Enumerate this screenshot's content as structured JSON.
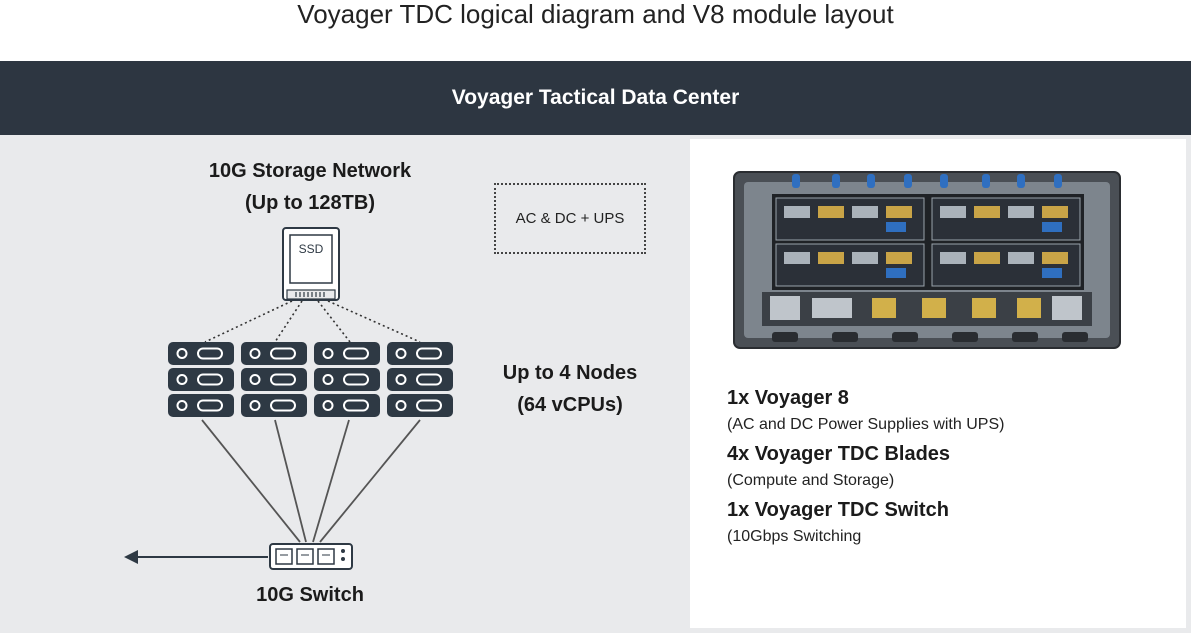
{
  "page_title": "Voyager TDC logical diagram and V8 module layout",
  "header": {
    "title": "Voyager Tactical Data Center"
  },
  "diagram": {
    "storage_title_line1": "10G Storage Network",
    "storage_title_line2": "(Up to 128TB)",
    "ssd_label": "SSD",
    "power_box": "AC & DC + UPS",
    "nodes_line1": "Up to 4 Nodes",
    "nodes_line2": "(64 vCPUs)",
    "switch_label": "10G Switch",
    "node_count": 4
  },
  "specs": [
    {
      "title": "1x Voyager 8",
      "subtitle": "(AC and DC Power Supplies with UPS)"
    },
    {
      "title": "4x Voyager TDC Blades",
      "subtitle": "(Compute and Storage)"
    },
    {
      "title": "1x Voyager TDC Switch",
      "subtitle": "(10Gbps Switching"
    }
  ],
  "colors": {
    "header_bg": "#2d3641",
    "panel_bg": "#e9eaec",
    "server_fill": "#2e3944",
    "line": "#555555"
  }
}
